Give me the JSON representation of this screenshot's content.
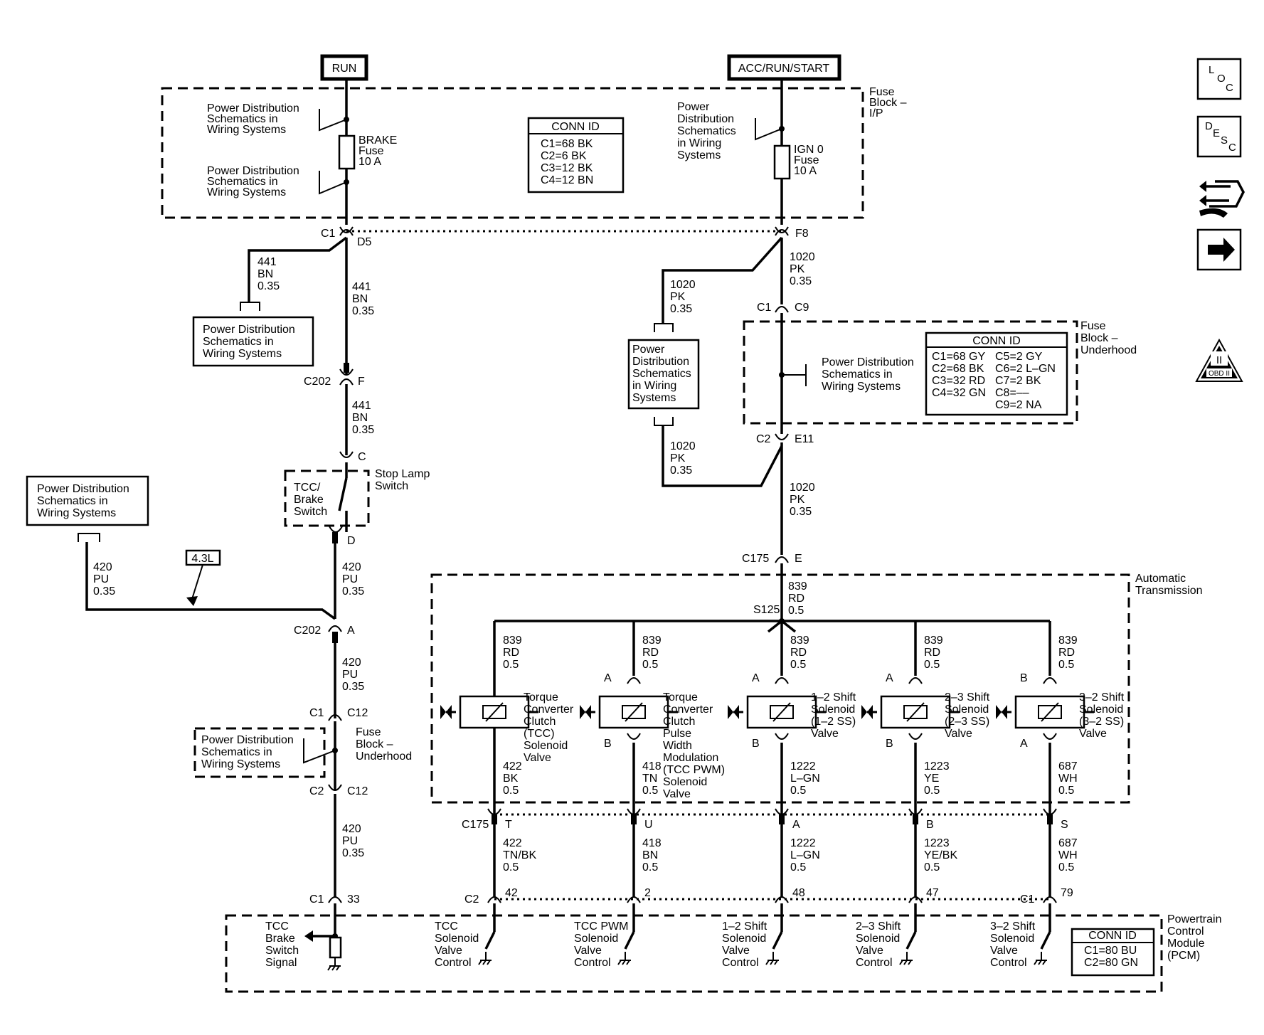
{
  "sources": {
    "run": "RUN",
    "acc": "ACC/RUN/START"
  },
  "fuse_block_ip": {
    "label": [
      "Fuse",
      "Block –",
      "I/P"
    ],
    "pds_a": [
      "Power Distribution",
      "Schematics in",
      "Wiring Systems"
    ],
    "pds_b": [
      "Power Distribution",
      "Schematics in",
      "Wiring Systems"
    ],
    "pds_c": [
      "Power",
      "Distribution",
      "Schematics",
      "in Wiring",
      "Systems"
    ],
    "brake_fuse": [
      "BRAKE",
      "Fuse",
      "10 A"
    ],
    "ign_fuse": [
      "IGN 0",
      "Fuse",
      "10 A"
    ],
    "conn_title": "CONN ID",
    "conn_rows": [
      "C1=68 BK",
      "C2=6 BK",
      "C3=12 BK",
      "C4=12 BN"
    ]
  },
  "fuse_block_uh": {
    "label": [
      "Fuse",
      "Block –",
      "Underhood"
    ],
    "pds": [
      "Power Distribution",
      "Schematics in",
      "Wiring Systems"
    ],
    "conn_title": "CONN ID",
    "conn_left": [
      "C1=68 GY",
      "C2=68 BK",
      "C3=32 RD",
      "C4=32 GN"
    ],
    "conn_right": [
      "C5=2 GY",
      "C6=2 L–GN",
      "C7=2 BK",
      "C8=––",
      "C9=2 NA"
    ]
  },
  "left": {
    "c1": "C1",
    "d5": "D5",
    "w441a": [
      "441",
      "BN",
      "0.35"
    ],
    "w441b": [
      "441",
      "BN",
      "0.35"
    ],
    "w441c": [
      "441",
      "BN",
      "0.35"
    ],
    "pds_box": [
      "Power Distribution",
      "Schematics in",
      "Wiring Systems"
    ],
    "c202a": "C202",
    "f": "F",
    "c": "C",
    "d": "D",
    "tcc_brake": [
      "TCC/",
      "Brake",
      "Switch"
    ],
    "stop_lamp": [
      "Stop Lamp",
      "Switch"
    ],
    "pds_far": [
      "Power Distribution",
      "Schematics in",
      "Wiring Systems"
    ],
    "w420a": [
      "420",
      "PU",
      "0.35"
    ],
    "w420b": [
      "420",
      "PU",
      "0.35"
    ],
    "w420c": [
      "420",
      "PU",
      "0.35"
    ],
    "w420d": [
      "420",
      "PU",
      "0.35"
    ],
    "option": "4.3L",
    "c202b": "C202",
    "a": "A",
    "c1b": "C1",
    "c12a": "C12",
    "c2b": "C2",
    "c12b": "C12",
    "uh_pds": [
      "Power Distribution",
      "Schematics in",
      "Wiring Systems"
    ],
    "uh_label": [
      "Fuse",
      "Block –",
      "Underhood"
    ],
    "pcm_c1": "C1",
    "pin33": "33"
  },
  "right": {
    "f8": "F8",
    "w1020a": [
      "1020",
      "PK",
      "0.35"
    ],
    "w1020b": [
      "1020",
      "PK",
      "0.35"
    ],
    "w1020c": [
      "1020",
      "PK",
      "0.35"
    ],
    "w1020d": [
      "1020",
      "PK",
      "0.35"
    ],
    "pds_box": [
      "Power",
      "Distribution",
      "Schematics",
      "in Wiring",
      "Systems"
    ],
    "c1": "C1",
    "c9": "C9",
    "c2": "C2",
    "e11": "E11",
    "c175": "C175",
    "e": "E",
    "w839": [
      "839",
      "RD",
      "0.5"
    ],
    "s125": "S125"
  },
  "transmission": {
    "label": [
      "Automatic",
      "Transmission"
    ],
    "solenoids": [
      {
        "name": [
          "Torque",
          "Converter",
          "Clutch",
          "(TCC)",
          "Solenoid",
          "Valve"
        ],
        "top_pin": "",
        "bot_pin": "",
        "wire_in": [
          "839",
          "RD",
          "0.5"
        ],
        "wire_out": [
          "422",
          "BK",
          "0.5"
        ],
        "c175_pin": "T",
        "pcm_wire": [
          "422",
          "TN/BK",
          "0.5"
        ],
        "pcm_pin": "42",
        "pcm_conn": "C2",
        "pcm_label": [
          "TCC",
          "Solenoid",
          "Valve",
          "Control"
        ]
      },
      {
        "name": [
          "Torque",
          "Converter",
          "Clutch",
          "Pulse",
          "Width",
          "Modulation",
          "(TCC PWM)",
          "Solenoid",
          "Valve"
        ],
        "top_pin": "A",
        "bot_pin": "B",
        "wire_in": [
          "839",
          "RD",
          "0.5"
        ],
        "wire_out": [
          "418",
          "TN",
          "0.5"
        ],
        "c175_pin": "U",
        "pcm_wire": [
          "418",
          "BN",
          "0.5"
        ],
        "pcm_pin": "2",
        "pcm_conn": "",
        "pcm_label": [
          "TCC PWM",
          "Solenoid",
          "Valve",
          "Control"
        ]
      },
      {
        "name": [
          "1–2 Shift",
          "Solenoid",
          "(1–2 SS)",
          "Valve"
        ],
        "top_pin": "A",
        "bot_pin": "B",
        "wire_in": [
          "839",
          "RD",
          "0.5"
        ],
        "wire_out": [
          "1222",
          "L–GN",
          "0.5"
        ],
        "c175_pin": "A",
        "pcm_wire": [
          "1222",
          "L–GN",
          "0.5"
        ],
        "pcm_pin": "48",
        "pcm_conn": "",
        "pcm_label": [
          "1–2 Shift",
          "Solenoid",
          "Valve",
          "Control"
        ]
      },
      {
        "name": [
          "2–3 Shift",
          "Solenoid",
          "(2–3 SS)",
          "Valve"
        ],
        "top_pin": "A",
        "bot_pin": "B",
        "wire_in": [
          "839",
          "RD",
          "0.5"
        ],
        "wire_out": [
          "1223",
          "YE",
          "0.5"
        ],
        "c175_pin": "B",
        "pcm_wire": [
          "1223",
          "YE/BK",
          "0.5"
        ],
        "pcm_pin": "47",
        "pcm_conn": "",
        "pcm_label": [
          "2–3 Shift",
          "Solenoid",
          "Valve",
          "Control"
        ]
      },
      {
        "name": [
          "3–2 Shift",
          "Solenoid",
          "(3–2 SS)",
          "Valve"
        ],
        "top_pin": "B",
        "bot_pin": "A",
        "wire_in": [
          "839",
          "RD",
          "0.5"
        ],
        "wire_out": [
          "687",
          "WH",
          "0.5"
        ],
        "c175_pin": "S",
        "pcm_wire": [
          "687",
          "WH",
          "0.5"
        ],
        "pcm_pin": "79",
        "pcm_conn": "C1",
        "pcm_label": [
          "3–2 Shift",
          "Solenoid",
          "Valve",
          "Control"
        ]
      }
    ],
    "c175": "C175"
  },
  "pcm": {
    "label": [
      "Powertrain",
      "Control",
      "Module",
      "(PCM)"
    ],
    "signal": [
      "TCC",
      "Brake",
      "Switch",
      "Signal"
    ],
    "conn_title": "CONN ID",
    "conn_rows": [
      "C1=80 BU",
      "C2=80 GN"
    ]
  },
  "side_icons": {
    "loc": [
      "L",
      "O",
      "C"
    ],
    "desc": [
      "D",
      "E",
      "S",
      "C"
    ],
    "obd": "OBD II",
    "obd_numeral": "II",
    "names": [
      "loc-icon",
      "desc-icon",
      "connector-tool-icon",
      "next-arrow-icon",
      "obd-ii-icon"
    ]
  }
}
